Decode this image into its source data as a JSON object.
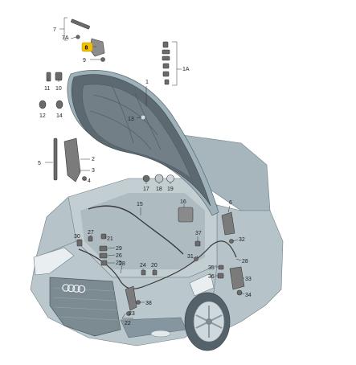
{
  "diagram": {
    "highlighted_callout": "8",
    "callouts": [
      {
        "id": "c1",
        "text": "1"
      },
      {
        "id": "c1a",
        "text": "1A"
      },
      {
        "id": "c2",
        "text": "2"
      },
      {
        "id": "c3",
        "text": "3"
      },
      {
        "id": "c4",
        "text": "4"
      },
      {
        "id": "c5",
        "text": "5"
      },
      {
        "id": "c6",
        "text": "6"
      },
      {
        "id": "c7",
        "text": "7"
      },
      {
        "id": "c7a",
        "text": "7A"
      },
      {
        "id": "c8",
        "text": "8"
      },
      {
        "id": "c9",
        "text": "9"
      },
      {
        "id": "c10",
        "text": "10"
      },
      {
        "id": "c11",
        "text": "11"
      },
      {
        "id": "c12",
        "text": "12"
      },
      {
        "id": "c13",
        "text": "13"
      },
      {
        "id": "c14",
        "text": "14"
      },
      {
        "id": "c15",
        "text": "15"
      },
      {
        "id": "c16",
        "text": "16"
      },
      {
        "id": "c17",
        "text": "17"
      },
      {
        "id": "c18",
        "text": "18"
      },
      {
        "id": "c19",
        "text": "19"
      },
      {
        "id": "c20",
        "text": "20"
      },
      {
        "id": "c21",
        "text": "21"
      },
      {
        "id": "c22",
        "text": "22"
      },
      {
        "id": "c23",
        "text": "23"
      },
      {
        "id": "c24",
        "text": "24"
      },
      {
        "id": "c25",
        "text": "25"
      },
      {
        "id": "c26",
        "text": "26"
      },
      {
        "id": "c27",
        "text": "27"
      },
      {
        "id": "c28a",
        "text": "28"
      },
      {
        "id": "c28b",
        "text": "28"
      },
      {
        "id": "c29",
        "text": "29"
      },
      {
        "id": "c30",
        "text": "30"
      },
      {
        "id": "c31",
        "text": "31"
      },
      {
        "id": "c32",
        "text": "32"
      },
      {
        "id": "c33",
        "text": "33"
      },
      {
        "id": "c34",
        "text": "34"
      },
      {
        "id": "c35",
        "text": "35"
      },
      {
        "id": "c36",
        "text": "36"
      },
      {
        "id": "c37",
        "text": "37"
      },
      {
        "id": "c38",
        "text": "38"
      }
    ],
    "colors": {
      "car_body": "#b9c6cc",
      "car_body_dark": "#8e9ea6",
      "hood_underside": "#5e6a72",
      "hood_pad": "#6f7b83",
      "parts": "#6b6b6b",
      "highlight": "#f2c200",
      "line": "#333333"
    }
  }
}
